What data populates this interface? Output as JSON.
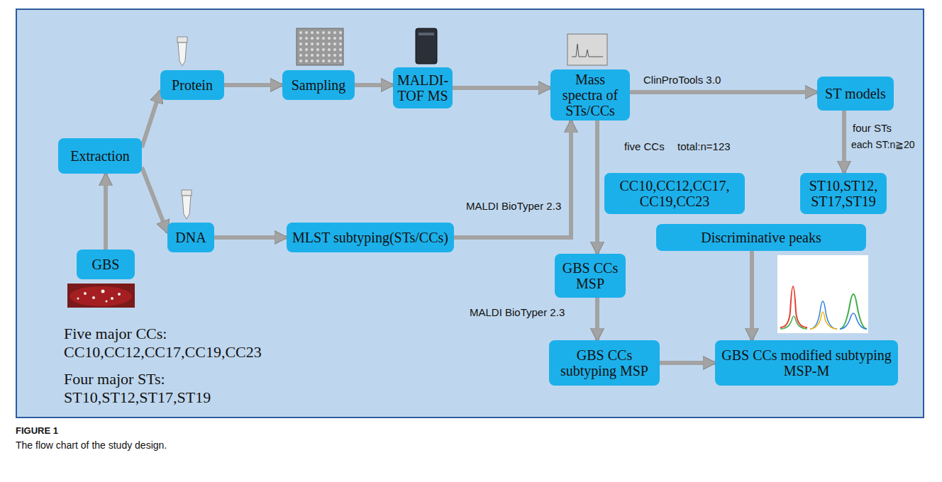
{
  "diagram": {
    "caption": "The flow chart of the study design.",
    "nodes": [
      {
        "text": [
          "GBS"
        ]
      },
      {
        "text": [
          "Extraction"
        ]
      },
      {
        "text": [
          "Protein"
        ]
      },
      {
        "text": [
          "DNA"
        ]
      },
      {
        "text": [
          "Sampling"
        ]
      },
      {
        "text": [
          "MALDI-TOF MS"
        ]
      },
      {
        "text": [
          "MLST subtyping(STs/CCs)"
        ]
      },
      {
        "text": [
          "Mass spectra of STs/CCs"
        ]
      },
      {
        "text": [
          "ST models"
        ]
      },
      {
        "text": [
          "CC10,CC12,CC17, CC19,CC23"
        ]
      },
      {
        "text": [
          "ST10,ST12, ST17,ST19"
        ]
      },
      {
        "text": [
          "Discriminative peaks"
        ]
      },
      {
        "text": [
          "GBS CCs MSP"
        ]
      },
      {
        "text": [
          "GBS CCs subtyping MSP"
        ]
      },
      {
        "text": [
          "GBS CCs modified subtyping MSP-M"
        ]
      }
    ],
    "edges": [
      {
        "from": 0,
        "to": 1,
        "arrow": "to"
      },
      {
        "from": 1,
        "to": 2,
        "arrow": "to"
      },
      {
        "from": 1,
        "to": 3,
        "arrow": "to"
      },
      {
        "from": 2,
        "to": 4,
        "arrow": "to"
      },
      {
        "from": 4,
        "to": 5,
        "arrow": "to"
      },
      {
        "from": 5,
        "to": 7,
        "arrow": "to"
      },
      {
        "from": 3,
        "to": 6,
        "arrow": "to"
      },
      {
        "from": 6,
        "to": 7,
        "arrow": "to"
      },
      {
        "from": 7,
        "to": 12,
        "label": "MALDI BioTyper 2.3",
        "arrow": "to"
      },
      {
        "from": 7,
        "to": 8,
        "label": "ClinProTools 3.0",
        "arrow": "to"
      },
      {
        "from": 8,
        "to": 10,
        "arrow": "to"
      },
      {
        "from": 11,
        "to": 14,
        "arrow": "to"
      },
      {
        "from": 12,
        "to": 13,
        "label": "MALDI BioTyper 2.3",
        "arrow": "to"
      },
      {
        "from": 13,
        "to": 14,
        "arrow": "to"
      }
    ],
    "labels": [
      "Five major CCs:",
      "CC10,CC12,CC17,CC19,CC23",
      "Four major STs:",
      "ST10,ST12,ST17,ST19",
      "five CCs",
      "total:n=123",
      "four STs",
      "each ST:n≧20",
      "FIGURE 1"
    ]
  }
}
